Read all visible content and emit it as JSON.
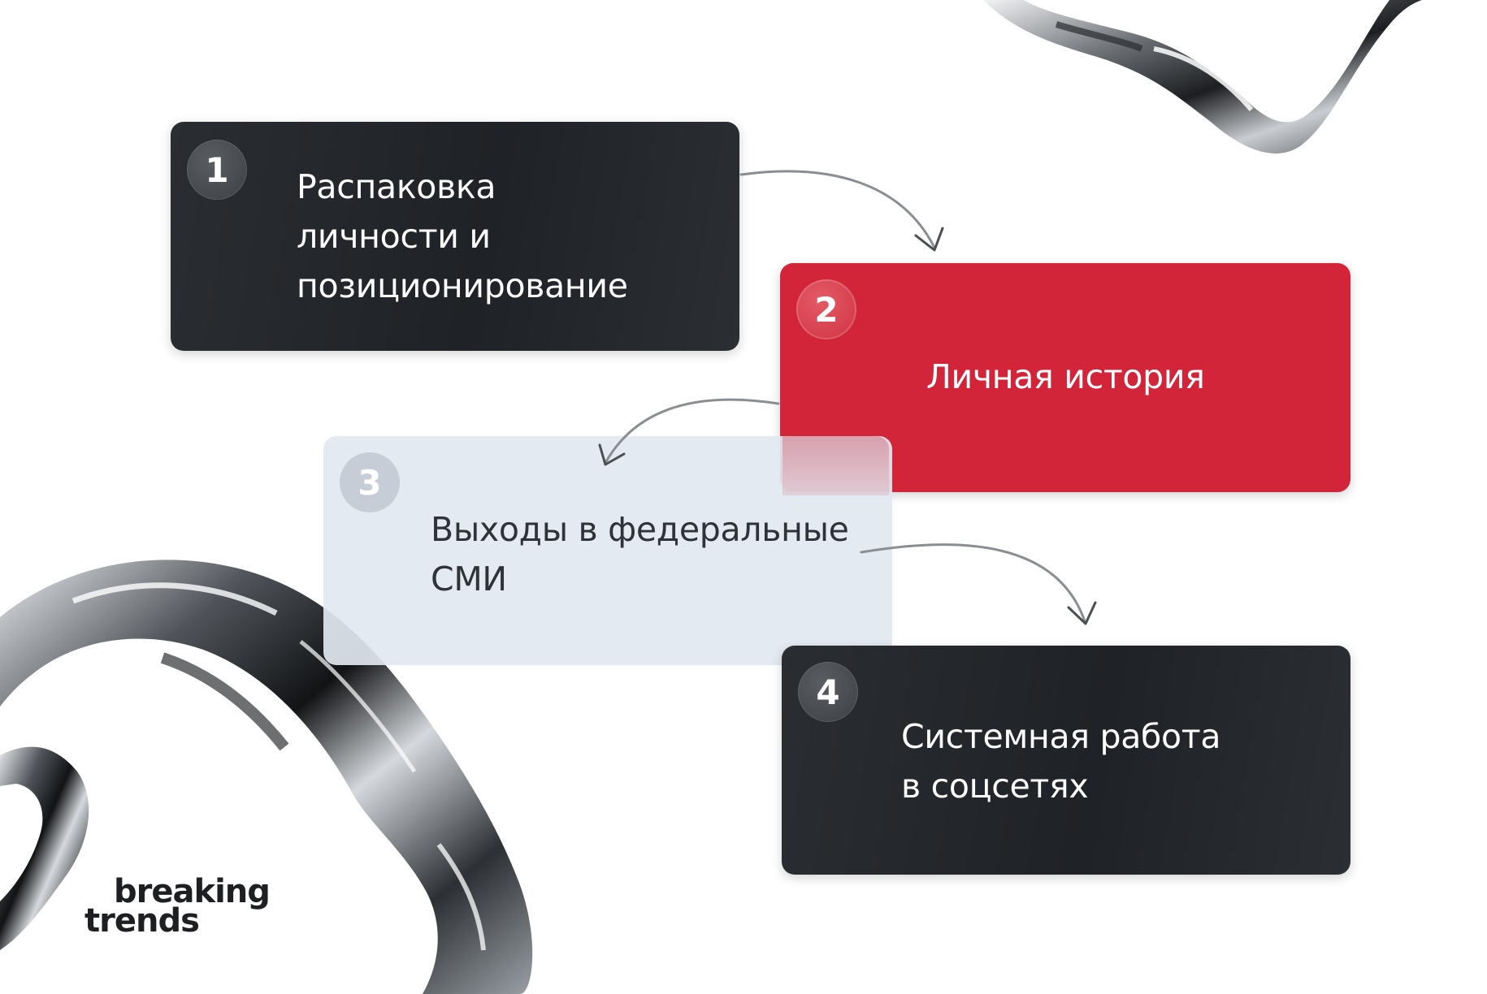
{
  "steps": [
    {
      "number": "1",
      "label": "Распаковка\nличности и\nпозиционирование"
    },
    {
      "number": "2",
      "label": "Личная история"
    },
    {
      "number": "3",
      "label": "Выходы в федеральные\nСМИ"
    },
    {
      "number": "4",
      "label": "Системная работа\nв соцсетях"
    }
  ],
  "logo": {
    "line1": "breaking",
    "line2": "trends"
  },
  "colors": {
    "dark_card": "#1f2226",
    "red_card": "#d22539",
    "light_card": "#e2e8f1",
    "arrow": "#8a8d91"
  },
  "decorations": [
    "chrome-ribbon-top-right",
    "chrome-ribbon-bottom-left"
  ]
}
